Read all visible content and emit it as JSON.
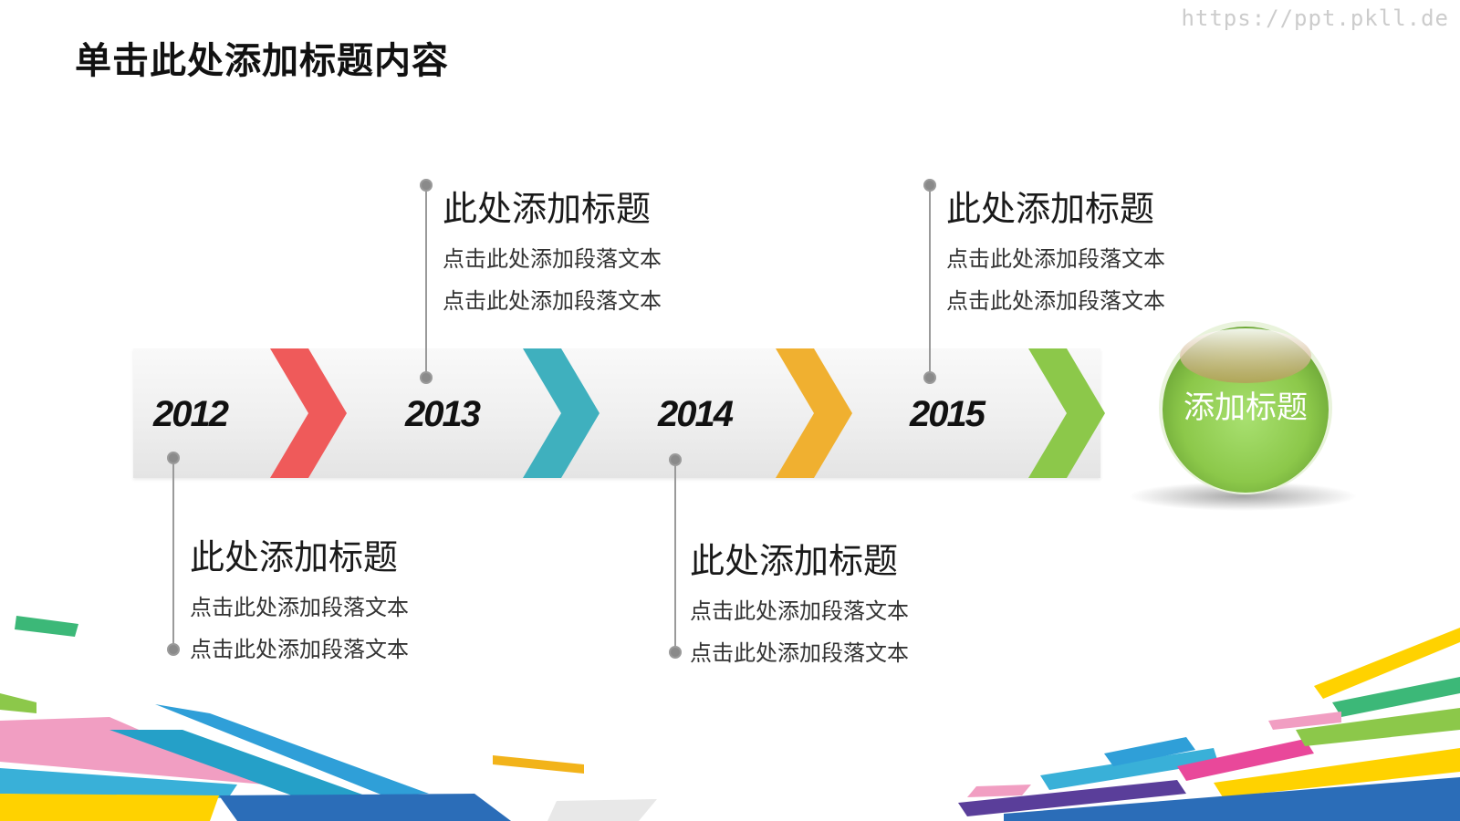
{
  "watermark": "https://ppt.pkll.de",
  "page_title": "单击此处添加标题内容",
  "timeline": {
    "years": [
      "2012",
      "2013",
      "2014",
      "2015"
    ],
    "chevron_colors": [
      "#ef5a5a",
      "#3fb0be",
      "#f0b030",
      "#8cc84a"
    ],
    "end_label": "添加标题",
    "end_color": "#8cc84a"
  },
  "milestones": [
    {
      "title": "此处添加标题",
      "lines": [
        "点击此处添加段落文本",
        "点击此处添加段落文本"
      ]
    },
    {
      "title": "此处添加标题",
      "lines": [
        "点击此处添加段落文本",
        "点击此处添加段落文本"
      ]
    },
    {
      "title": "此处添加标题",
      "lines": [
        "点击此处添加段落文本",
        "点击此处添加段落文本"
      ]
    },
    {
      "title": "此处添加标题",
      "lines": [
        "点击此处添加段落文本",
        "点击此处添加段落文本"
      ]
    }
  ]
}
